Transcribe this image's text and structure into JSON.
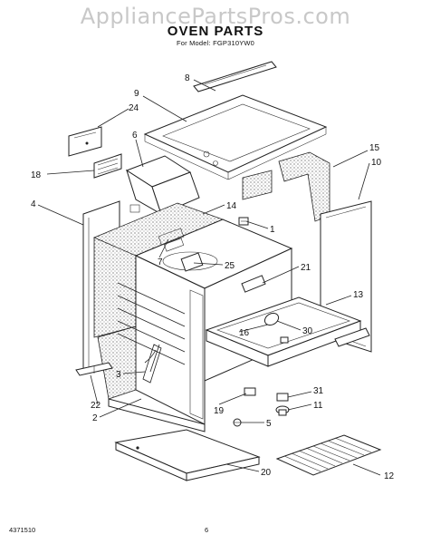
{
  "header": {
    "watermark": "AppliancePartsPros.com",
    "title": "OVEN PARTS",
    "model_line": "For Model: FGP310YW0"
  },
  "footer": {
    "doc_number": "4371510",
    "page_number": "6"
  },
  "callouts": {
    "c1": "1",
    "c2": "2",
    "c3": "3",
    "c4": "4",
    "c5": "5",
    "c6": "6",
    "c7": "7",
    "c8": "8",
    "c9": "9",
    "c10": "10",
    "c11": "11",
    "c12": "12",
    "c13": "13",
    "c14": "14",
    "c15": "15",
    "c16": "16",
    "c18": "18",
    "c19": "19",
    "c20": "20",
    "c21": "21",
    "c22": "22",
    "c24": "24",
    "c25": "25",
    "c30": "30",
    "c31": "31"
  }
}
